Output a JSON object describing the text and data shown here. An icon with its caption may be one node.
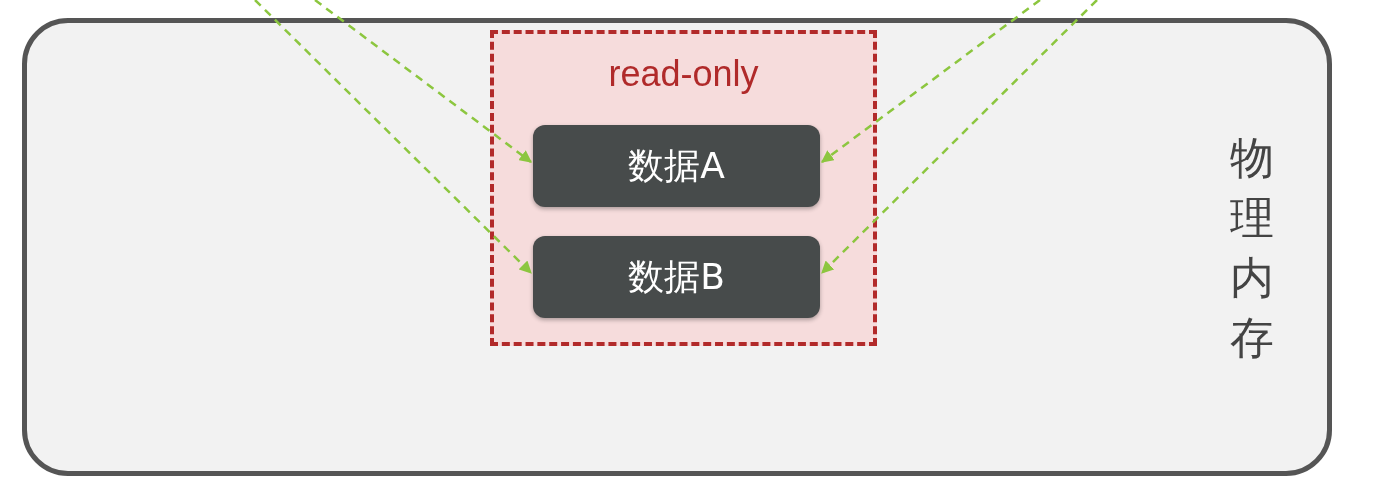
{
  "diagram": {
    "nodes": [
      {
        "text": [
          "物理内存"
        ]
      },
      {
        "text": [
          "read-only"
        ],
        "in": 0
      },
      {
        "text": [
          "数据A"
        ],
        "in": 1
      },
      {
        "text": [
          "数据B"
        ],
        "in": 1
      }
    ],
    "edges": [
      {
        "from": null,
        "to": 2,
        "arrow": "to",
        "style": "dashed"
      },
      {
        "from": null,
        "to": 3,
        "arrow": "to",
        "style": "dashed"
      },
      {
        "from": null,
        "to": 2,
        "arrow": "to",
        "style": "dashed"
      },
      {
        "from": null,
        "to": 3,
        "arrow": "to",
        "style": "dashed"
      }
    ]
  }
}
